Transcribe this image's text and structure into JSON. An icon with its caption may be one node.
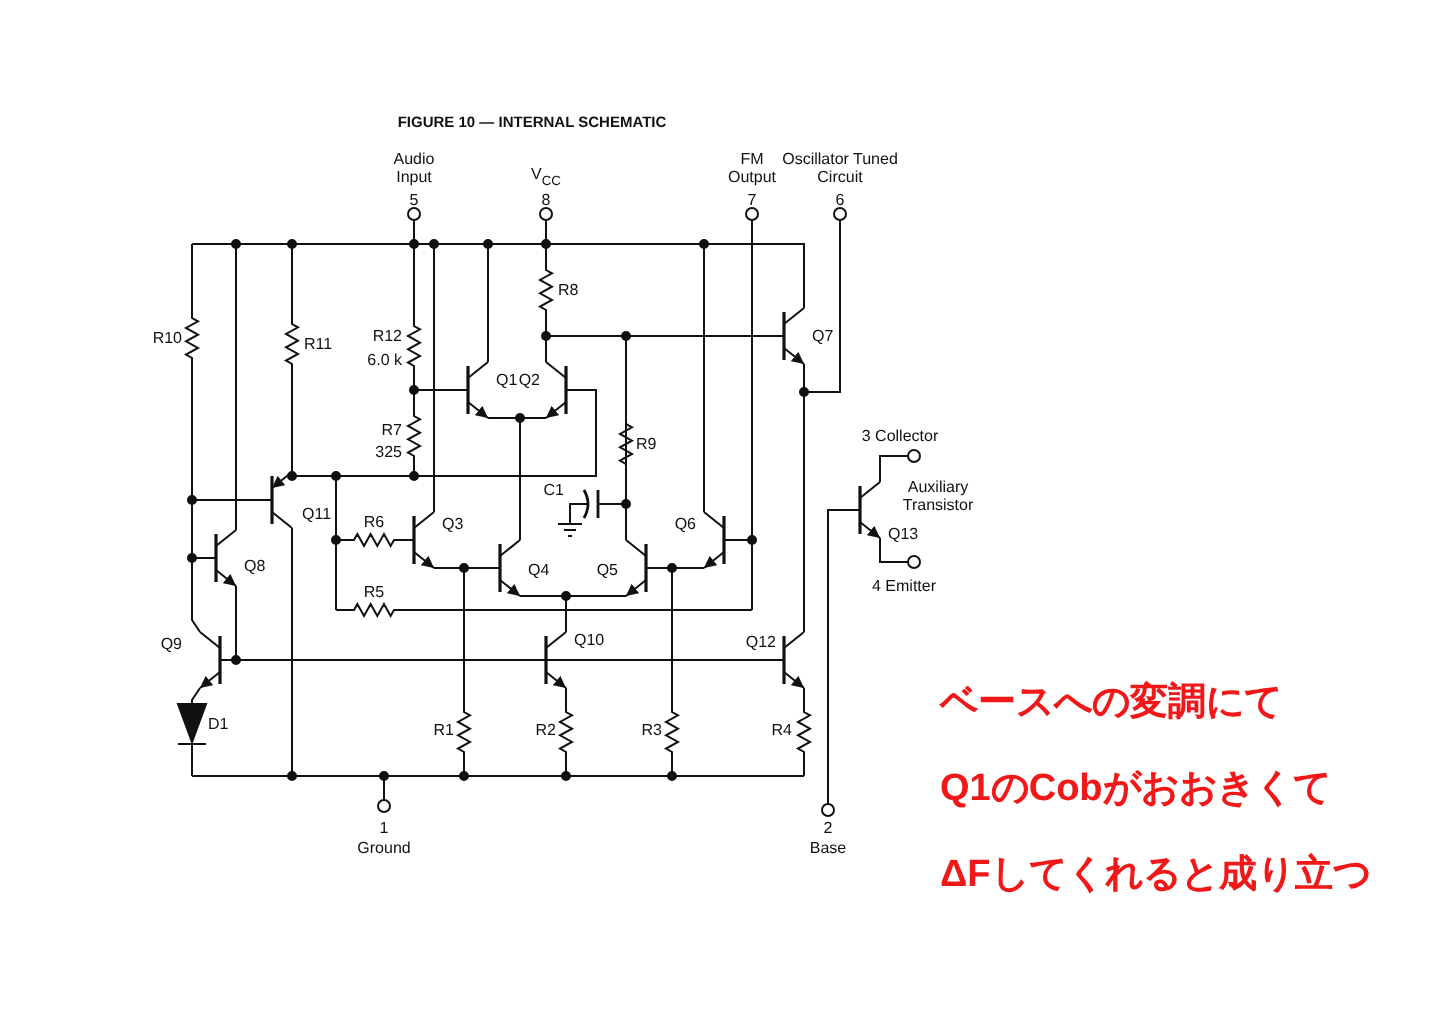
{
  "diagram": {
    "title": "FIGURE 10 — INTERNAL SCHEMATIC",
    "labels": [
      "Audio Input",
      "5",
      "V$_{CC}$",
      "8",
      "FM Output",
      "7",
      "Oscillator Tuned Circuit",
      "6",
      "R8",
      "R10",
      "R11",
      "R12",
      "6.0 k",
      "Q1",
      "Q2",
      "Q7",
      "R7",
      "325",
      "R9",
      "C1",
      "Q11",
      "3 Collector",
      "Auxiliary Transistor",
      "Q13",
      "R6",
      "Q3",
      "Q6",
      "Q8",
      "Q4",
      "Q5",
      "4 Emitter",
      "R5",
      "Q9",
      "Q10",
      "Q12",
      "D1",
      "R1",
      "R2",
      "R3",
      "R4",
      "1",
      "Ground",
      "2",
      "Base",
      "ベースへの変調にて",
      "Q1のCobがおおきくて",
      "ΔFしてくれると成り立つ"
    ]
  }
}
